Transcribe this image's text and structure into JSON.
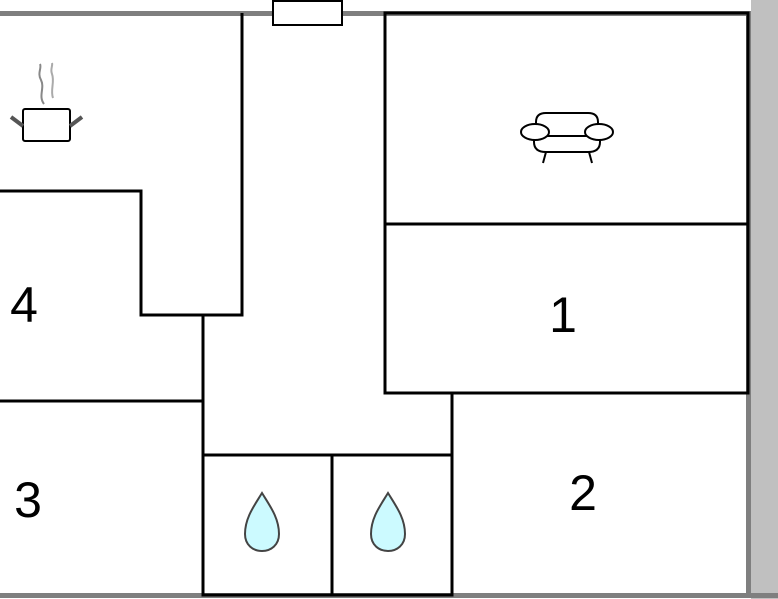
{
  "rooms": [
    {
      "id": "room-4",
      "label": "4"
    },
    {
      "id": "room-1",
      "label": "1"
    },
    {
      "id": "room-3",
      "label": "3"
    },
    {
      "id": "room-2",
      "label": "2"
    }
  ],
  "icons": {
    "kitchen": "cooking-pot-icon",
    "living": "armchair-icon",
    "bathroom": "water-drop-icon"
  },
  "colors": {
    "wall": "#000000",
    "outer_wall": "#7f7f7f",
    "exterior": "#c0c0c0",
    "water": "#ccfaff"
  }
}
